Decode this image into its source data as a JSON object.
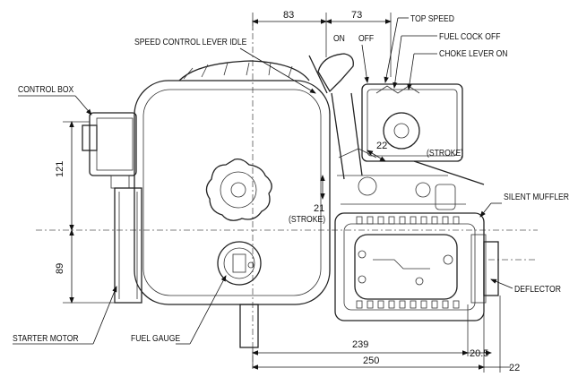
{
  "labels": {
    "top_speed": "TOP SPEED",
    "on": "ON",
    "off": "OFF",
    "fuel_cock_off": "FUEL COCK OFF",
    "choke_lever_on": "CHOKE LEVER ON",
    "speed_control_lever_idle": "SPEED CONTROL LEVER IDLE",
    "control_box": "CONTROL BOX",
    "stroke_upper": "(STROKE)",
    "stroke_lower": "(STROKE)",
    "silent_muffler": "SILENT MUFFLER",
    "deflector": "DEFLECTOR",
    "starter_motor": "STARTER MOTOR",
    "fuel_gauge": "FUEL GAUGE"
  },
  "dimensions": {
    "d83": "83",
    "d73": "73",
    "d121": "121",
    "d89": "89",
    "d239": "239",
    "d250": "250",
    "d20_5": "20.5",
    "d22_bottom": "22",
    "d22_stroke": "22",
    "d21_stroke": "21"
  },
  "colors": {
    "line": "#222222",
    "background": "#ffffff"
  }
}
